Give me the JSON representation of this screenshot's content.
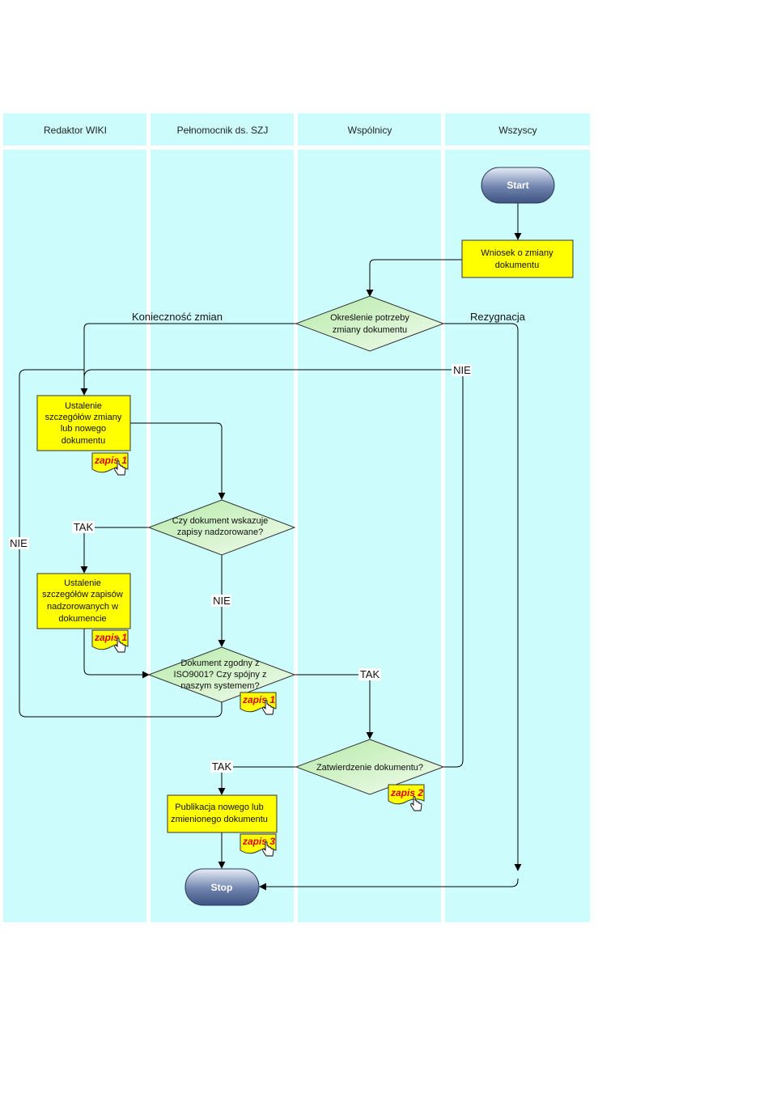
{
  "lanes": [
    {
      "label": "Redaktor WIKI"
    },
    {
      "label": "Pełnomocnik ds. SZJ"
    },
    {
      "label": "Wspólnicy"
    },
    {
      "label": "Wszyscy"
    }
  ],
  "nodes": {
    "start": "Start",
    "stop": "Stop",
    "wniosek": [
      "Wniosek o zmiany",
      "dokumentu"
    ],
    "okreslenie": [
      "Określenie potrzeby",
      "zmiany dokumentu"
    ],
    "ustalenie_szczegolow": [
      "Ustalenie",
      "szczegółów zmiany",
      "lub nowego",
      "dokumentu"
    ],
    "czy_zapisy": [
      "Czy dokument wskazuje",
      "zapisy nadzorowane?"
    ],
    "ustalenie_zapisow": [
      "Ustalenie",
      "szczegółów zapisów",
      "nadzorowanych w",
      "dokumencie"
    ],
    "zgodny": [
      "Dokument zgodny z",
      "ISO9001? Czy spójny z",
      "naszym systemem?"
    ],
    "zatwierdzenie": [
      "Zatwierdzenie dokumentu?"
    ],
    "publikacja": [
      "Publikacja nowego lub",
      "zmienionego dokumentu"
    ]
  },
  "records": {
    "zapis1_a": "zapis 1",
    "zapis1_b": "zapis 1",
    "zapis1_c": "zapis 1",
    "zapis2": "zapis 2",
    "zapis3": "zapis 3"
  },
  "edge_labels": {
    "koniecznosc": "Konieczność zmian",
    "rezygnacja": "Rezygnacja",
    "nie_top": "NIE",
    "nie_left": "NIE",
    "tak_zapisy": "TAK",
    "nie_zapisy": "NIE",
    "tak_zgodny": "TAK",
    "tak_zatw": "TAK"
  },
  "colors": {
    "lane_bg": "#ccfcfc",
    "task_fill": "#ffff00",
    "decision_fill": "#c8f0c0",
    "terminal_fill": "#4a5f8c"
  }
}
